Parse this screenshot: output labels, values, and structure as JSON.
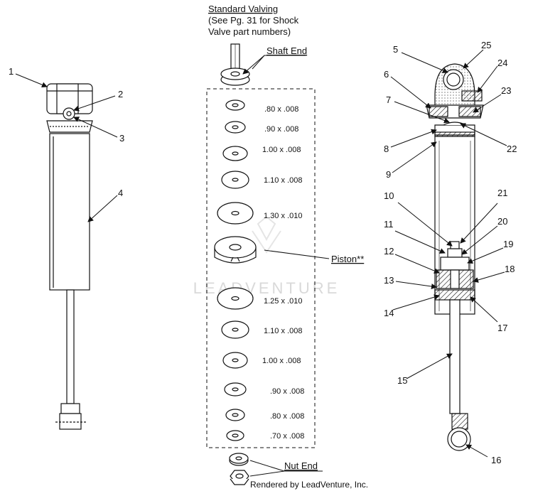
{
  "title": {
    "line1": "Standard Valving",
    "line2": "(See Pg. 31 for Shock",
    "line3": "Valve part numbers)"
  },
  "callouts": {
    "shaft_end": "Shaft End",
    "piston": "Piston**",
    "nut_end": "Nut End"
  },
  "washer_labels": {
    "w1": ".80 x .008",
    "w2": ".90 x .008",
    "w3": "1.00 x .008",
    "w4": "1.10 x .008",
    "w5": "1.30 x .010",
    "w6": "1.25 x .010",
    "w7": "1.10 x .008",
    "w8": "1.00 x .008",
    "w9": ".90 x .008",
    "w10": ".80 x .008",
    "w11": ".70 x .008"
  },
  "part_numbers": {
    "p1": "1",
    "p2": "2",
    "p3": "3",
    "p4": "4",
    "p5": "5",
    "p6": "6",
    "p7": "7",
    "p8": "8",
    "p9": "9",
    "p10": "10",
    "p11": "11",
    "p12": "12",
    "p13": "13",
    "p14": "14",
    "p15": "15",
    "p16": "16",
    "p17": "17",
    "p18": "18",
    "p19": "19",
    "p20": "20",
    "p21": "21",
    "p22": "22",
    "p23": "23",
    "p24": "24",
    "p25": "25"
  },
  "watermark": "LEADVENTURE",
  "credit": "Rendered by LeadVenture, Inc."
}
